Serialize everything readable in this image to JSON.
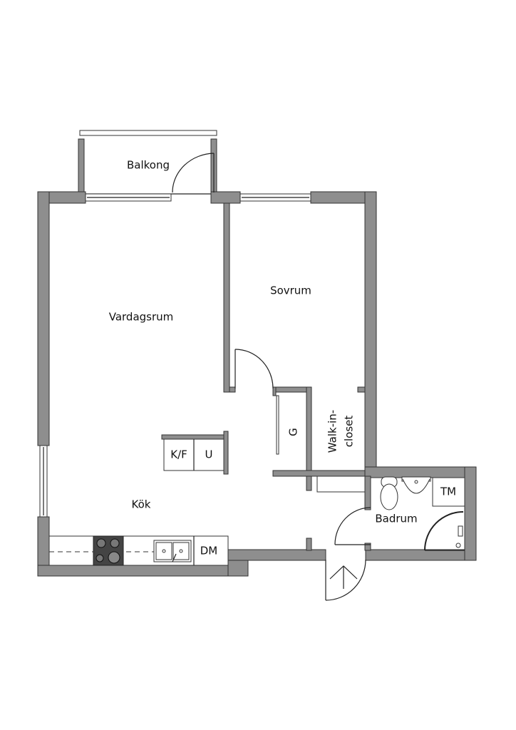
{
  "rooms": {
    "balcony": "Balkong",
    "living": "Vardagsrum",
    "bedroom": "Sovrum",
    "wardrobe": "G",
    "walkin_line1": "Walk-in-",
    "walkin_line2": "closet",
    "kitchen": "Kök",
    "bathroom": "Badrum"
  },
  "fixtures": {
    "fridge_freezer": "K/F",
    "oven": "U",
    "dishwasher": "DM",
    "washing_machine": "TM"
  },
  "colors": {
    "wall": "#8e8e8e",
    "stove": "#444444"
  }
}
